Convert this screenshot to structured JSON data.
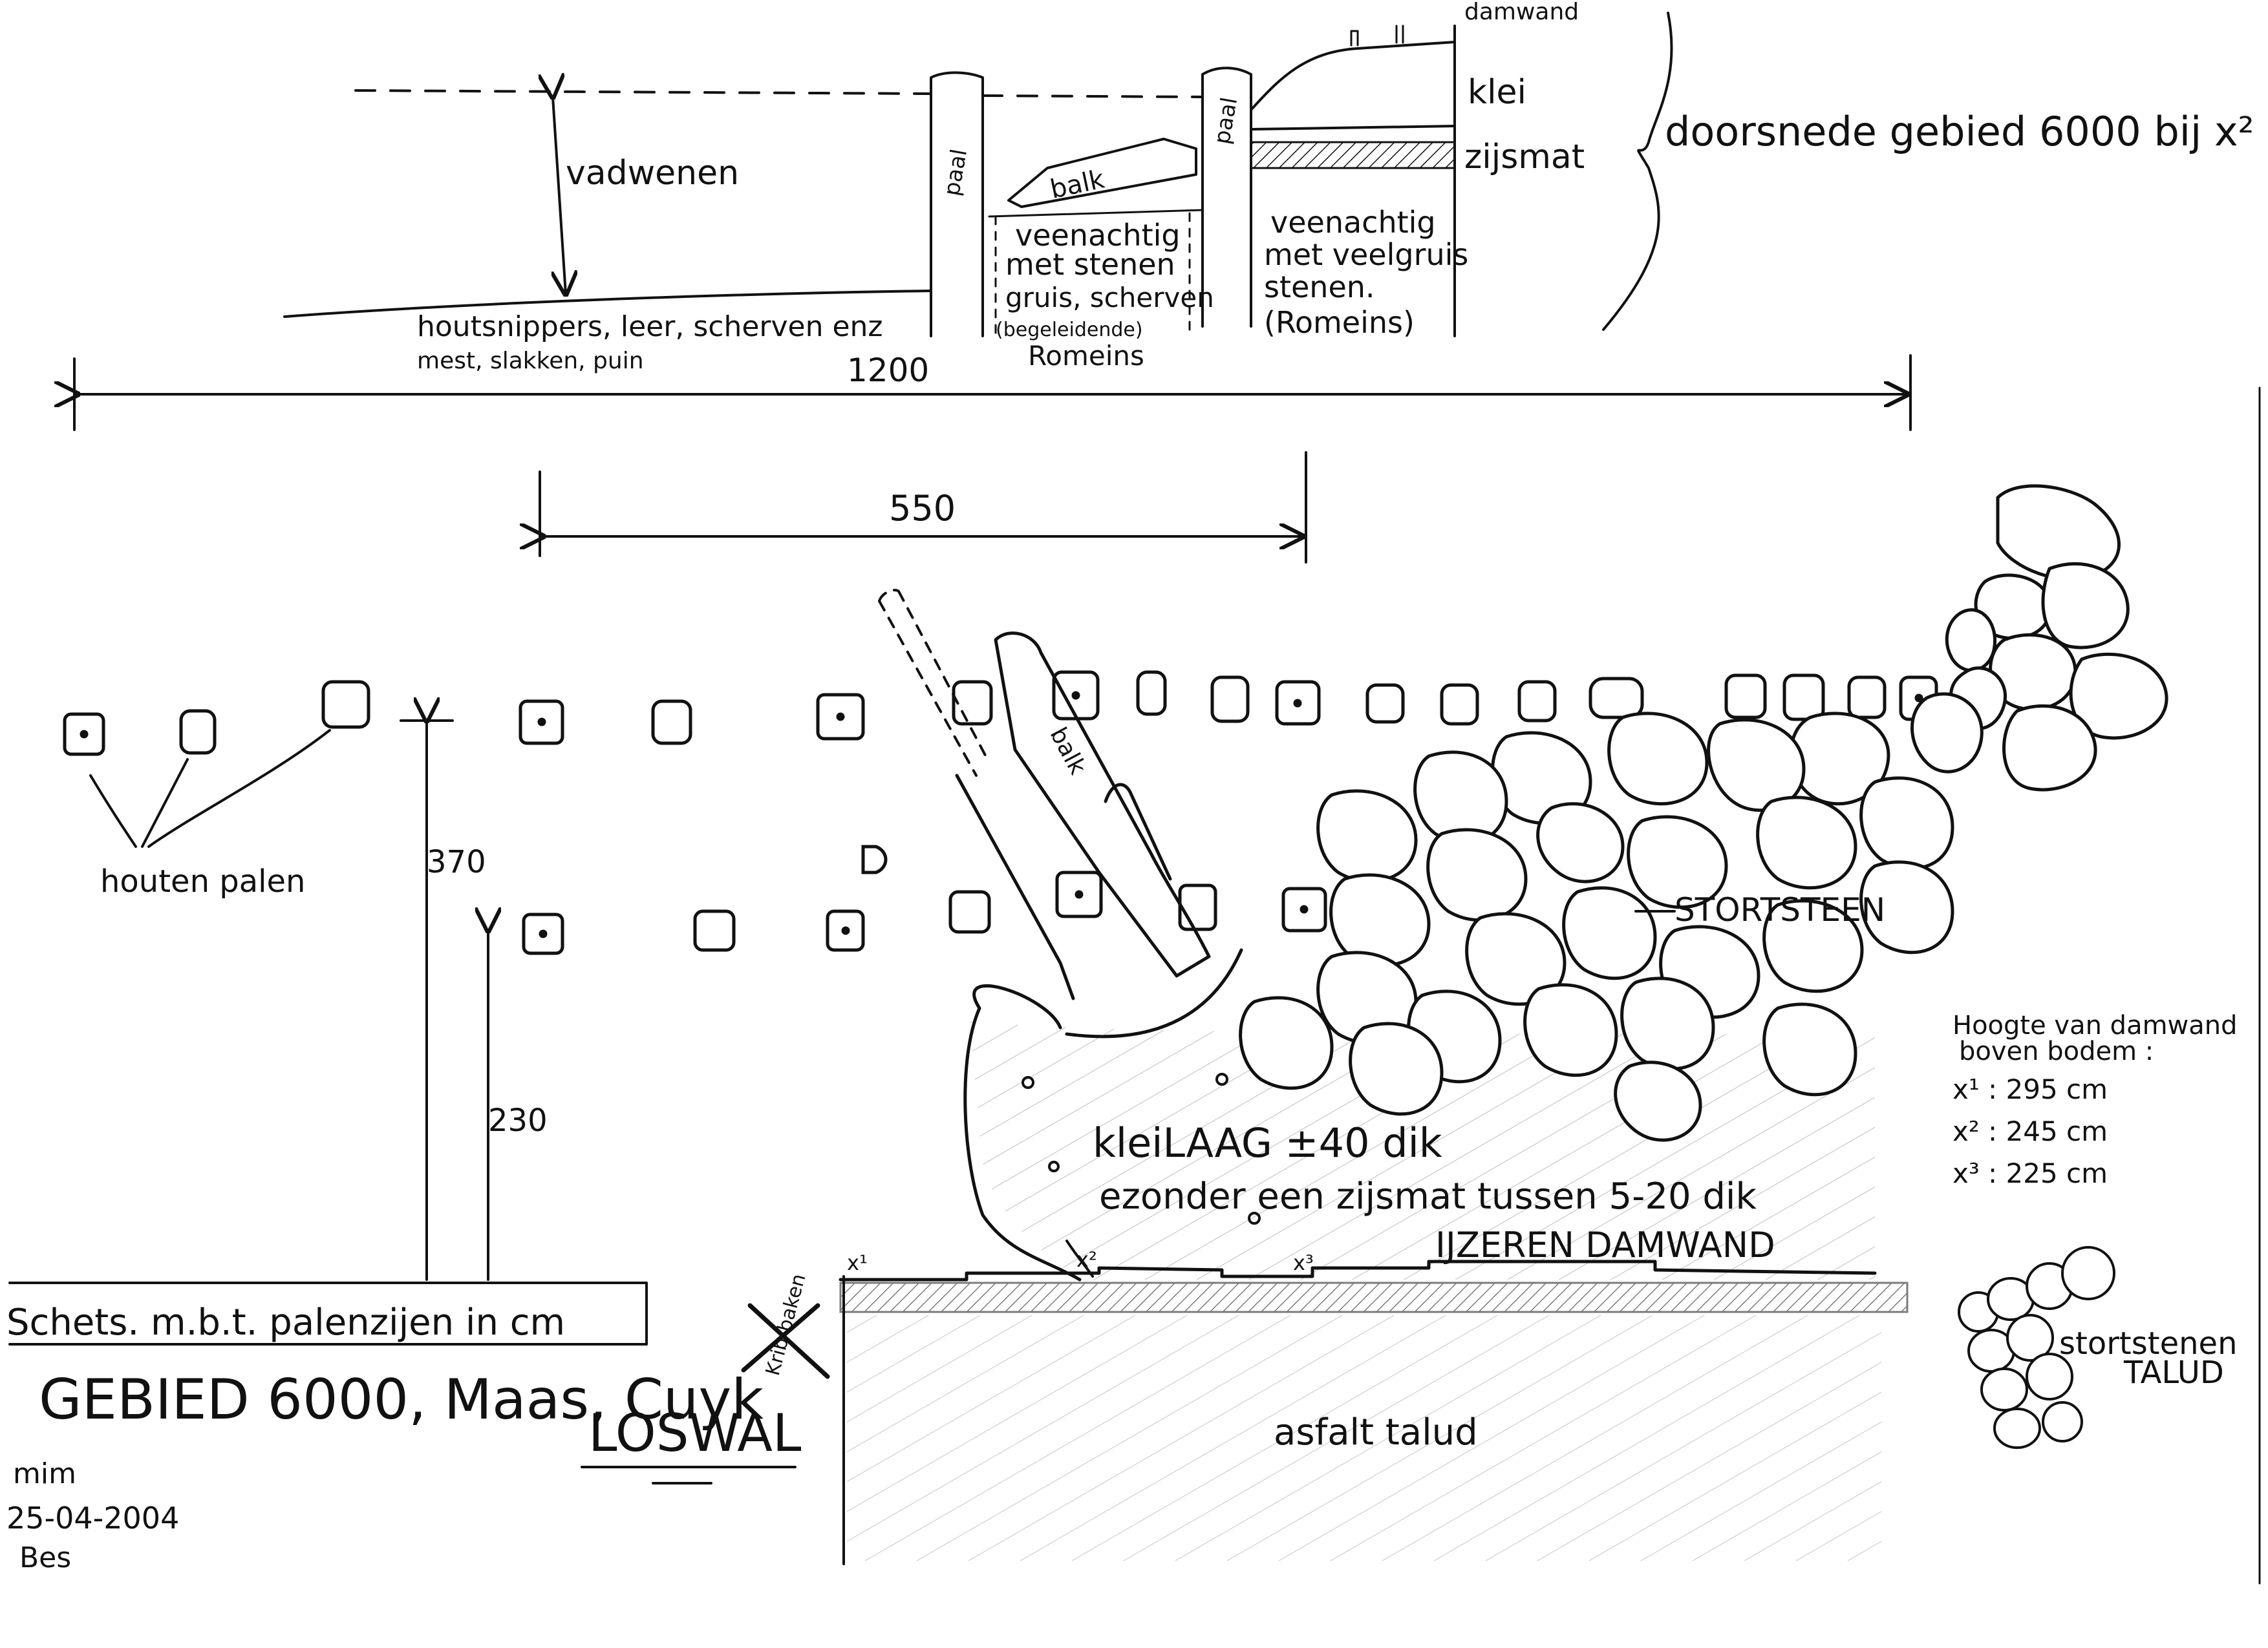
{
  "section": {
    "vaddwenen": "vadwenen",
    "paal_left": "paal",
    "paal_right": "paal",
    "balk": "balk",
    "veen_left_1": "veenachtig",
    "veen_left_2": "met stenen",
    "veen_left_3": "gruis, scherven",
    "veen_left_4": "(begeleidende)",
    "veen_left_5": "Romeins",
    "veen_right_1": "veenachtig",
    "veen_right_2": "met veelgruis",
    "veen_right_3": "stenen.",
    "veen_right_4": "(Romeins)",
    "damwand": "damwand",
    "klei": "klei",
    "zijsmat": "zijsmat",
    "houtsnippers_1": "houtsnippers, leer, scherven enz",
    "houtsnippers_2": "mest, slakken, puin",
    "bracket_label": "doorsnede gebied 6000 bij x²",
    "dim_1200": "1200"
  },
  "plan": {
    "dim_550": "550",
    "dim_370": "370",
    "dim_230": "230",
    "houten_palen": "houten palen",
    "balk": "balk",
    "stortsteen": "STORTSTEEN",
    "klei_laag": "kleiLAAG ±40 dik",
    "ezonder": "ezonder een zijsmat tussen 5-20 dik",
    "ijzeren_damwand": "IJZEREN DAMWAND",
    "stortstenen_1": "stortstenen",
    "stortstenen_2": "TALUD",
    "asfalt": "asfalt talud",
    "x1": "x¹",
    "x2": "x²",
    "x3": "x³",
    "hoogte_title_1": "Hoogte van damwand",
    "hoogte_title_2": "boven bodem :",
    "h1": "x¹ : 295 cm",
    "h2": "x² : 245 cm",
    "h3": "x³ : 225 cm"
  },
  "titleblock": {
    "schets": "Schets. m.b.t. palenzijen in cm",
    "gebied": "GEBIED 6000, Maas, Cuyk",
    "loswal": "LOSWAL",
    "kribbaken": "Krib-baken",
    "author": "mim",
    "date": "25-04-2004",
    "bes": "Bes"
  }
}
